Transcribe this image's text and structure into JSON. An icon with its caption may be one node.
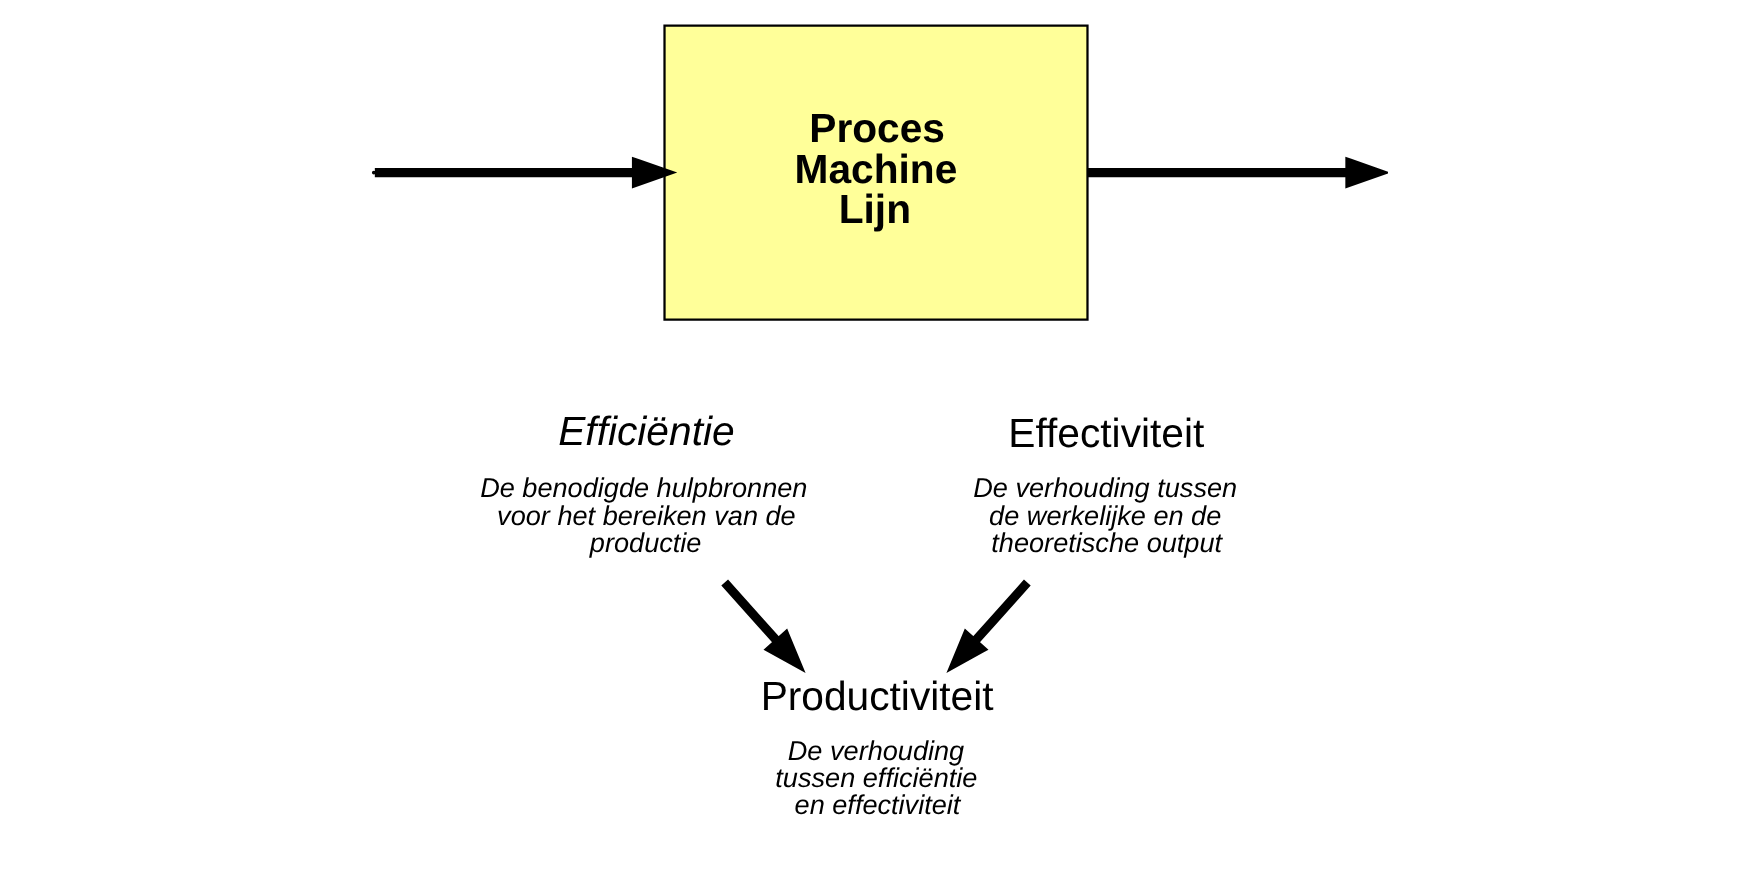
{
  "diagram": {
    "nodes": [
      {
        "text": [
          "Proces Machine Lijn"
        ]
      },
      {
        "text": [
          "Efficiëntie",
          "De benodigde hulpbronnen voor het bereiken van de productie"
        ]
      },
      {
        "text": [
          "Effectiviteit",
          "De verhouding tussen de werkelijke en de theoretische output"
        ]
      },
      {
        "text": [
          "Productiviteit",
          "De verhouding tussen efficiëntie en effectiviteit"
        ]
      }
    ],
    "edges": [
      {
        "from": 0,
        "to": null,
        "arrow": "to"
      },
      {
        "from": null,
        "to": 0,
        "arrow": "to"
      },
      {
        "from": 1,
        "to": 3,
        "arrow": "to"
      },
      {
        "from": 2,
        "to": 3,
        "arrow": "to"
      }
    ]
  }
}
